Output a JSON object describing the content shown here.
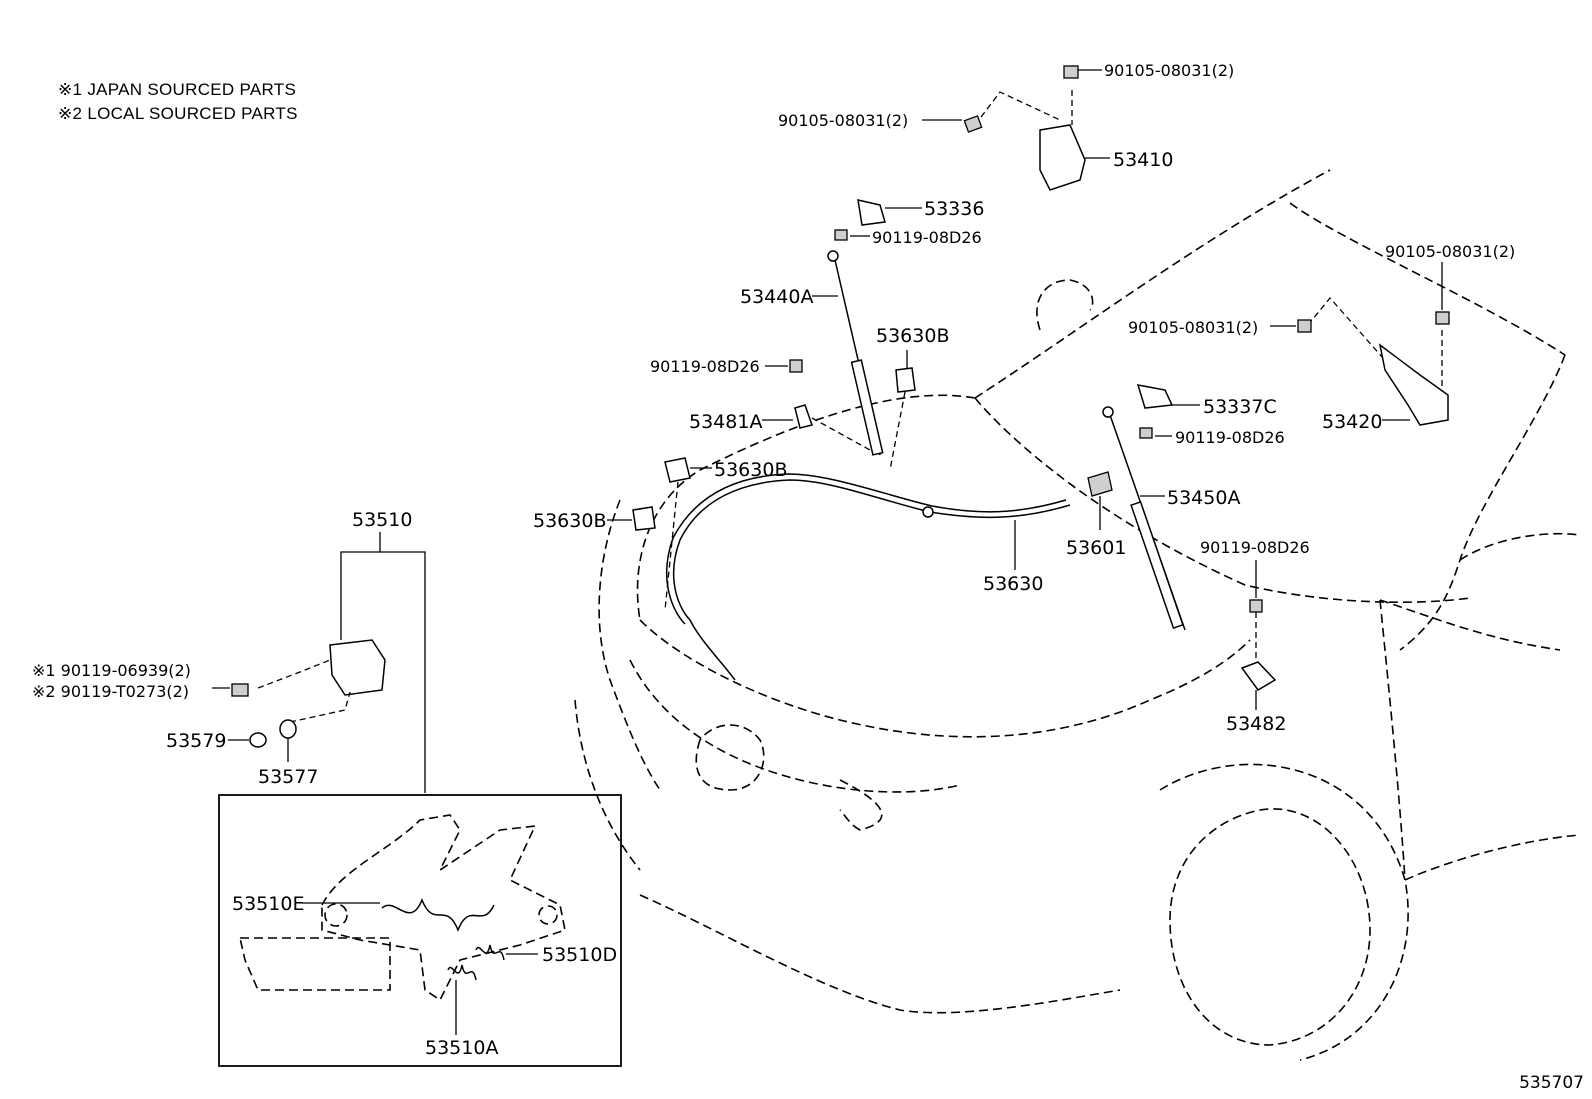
{
  "notes": [
    "※1 JAPAN SOURCED PARTS",
    "※2 LOCAL SOURCED PARTS"
  ],
  "labels": {
    "b1": "90105-08031(2)",
    "b2": "90105-08031(2)",
    "hinge_l": "53410",
    "cover_a": "53336",
    "b3": "90119-08D26",
    "strut_a": "53440A",
    "clip_a": "53630B",
    "b4": "90119-08D26",
    "bracket_a": "53481A",
    "clip_b": "53630B",
    "clip_c": "53630B",
    "cable": "53630",
    "handle": "53601",
    "strut_b": "53450A",
    "b5": "90105-08031(2)",
    "b6": "90105-08031(2)",
    "hinge_r": "53420",
    "cover_b": "53337C",
    "b7": "90119-08D26",
    "b8": "90119-08D26",
    "bracket_b": "53482",
    "lock": "53510",
    "bolt_jp": "※1 90119-06939(2)",
    "bolt_local": "※2 90119-T0273(2)",
    "cushion": "53579",
    "stopper": "53577",
    "spring_e": "53510E",
    "spring_d": "53510D",
    "spring_a": "53510A"
  },
  "catalog_number": "535707"
}
